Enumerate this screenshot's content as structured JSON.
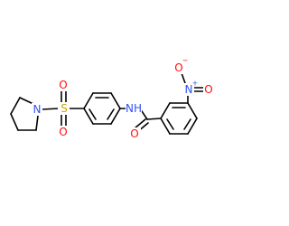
{
  "molecule": {
    "name": "",
    "atom_labels": {
      "pyrrolidine_n": "N",
      "sulfonyl_s": "S",
      "sulfonyl_o_top": "O",
      "sulfonyl_o_bottom": "O",
      "amide_nh": "NH",
      "amide_o": "O",
      "nitro_n": "N",
      "nitro_n_charge": "+",
      "nitro_o_top": "O",
      "nitro_o_top_charge": "−",
      "nitro_o_right": "O"
    },
    "colors": {
      "bond": "#000000",
      "nitrogen": "#3050F8",
      "oxygen": "#FF0D0D",
      "sulfur": "#C8A800",
      "background": "#FFFFFF"
    }
  }
}
